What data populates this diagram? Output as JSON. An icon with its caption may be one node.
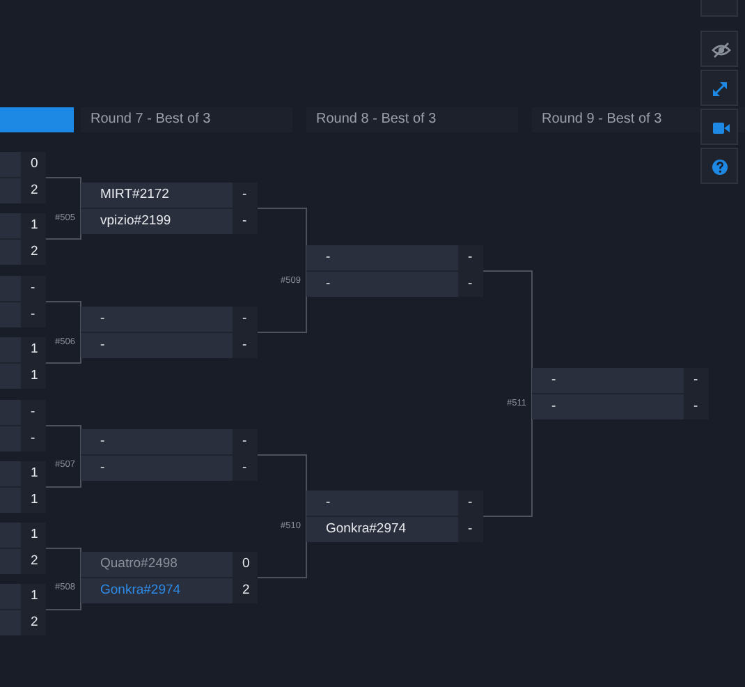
{
  "diagram": {
    "nodes": [
      {
        "text": [
          "0",
          "2"
        ]
      },
      {
        "text": [
          "1",
          "2"
        ]
      },
      {
        "text": [
          "-",
          "-"
        ]
      },
      {
        "text": [
          "1",
          "1"
        ]
      },
      {
        "text": [
          "-",
          "-"
        ]
      },
      {
        "text": [
          "1",
          "1"
        ]
      },
      {
        "text": [
          "1",
          "2"
        ]
      },
      {
        "text": [
          "1",
          "2"
        ]
      },
      {
        "text": [
          "MIRT#2172",
          "-",
          "vpizio#2199",
          "-"
        ],
        "beside": [
          "#505"
        ]
      },
      {
        "text": [
          "-",
          "-",
          "-",
          "-"
        ],
        "beside": [
          "#506"
        ]
      },
      {
        "text": [
          "-",
          "-",
          "-",
          "-"
        ],
        "beside": [
          "#507"
        ]
      },
      {
        "text": [
          "Quatro#2498",
          "0",
          "Gonkra#2974",
          "2"
        ],
        "beside": [
          "#508"
        ]
      },
      {
        "text": [
          "-",
          "-",
          "-",
          "-"
        ],
        "beside": [
          "#509"
        ]
      },
      {
        "text": [
          "-",
          "-",
          "Gonkra#2974",
          "-"
        ],
        "beside": [
          "#510"
        ]
      },
      {
        "text": [
          "-",
          "-",
          "-",
          "-"
        ],
        "beside": [
          "#511"
        ]
      }
    ],
    "edges": [
      {
        "from": 0,
        "to": 8,
        "arrow": "none"
      },
      {
        "from": 1,
        "to": 8,
        "arrow": "none"
      },
      {
        "from": 2,
        "to": 9,
        "arrow": "none"
      },
      {
        "from": 3,
        "to": 9,
        "arrow": "none"
      },
      {
        "from": 4,
        "to": 10,
        "arrow": "none"
      },
      {
        "from": 5,
        "to": 10,
        "arrow": "none"
      },
      {
        "from": 6,
        "to": 11,
        "arrow": "none"
      },
      {
        "from": 7,
        "to": 11,
        "arrow": "none"
      },
      {
        "from": 8,
        "to": 12,
        "arrow": "none"
      },
      {
        "from": 9,
        "to": 12,
        "arrow": "none"
      },
      {
        "from": 10,
        "to": 13,
        "arrow": "none"
      },
      {
        "from": 11,
        "to": 13,
        "arrow": "none"
      },
      {
        "from": 12,
        "to": 14,
        "arrow": "none"
      },
      {
        "from": 13,
        "to": 14,
        "arrow": "none"
      }
    ],
    "labels": [
      "Round 7 - Best of 3",
      "Round 8 - Best of 3",
      "Round 9 - Best of 3"
    ]
  }
}
